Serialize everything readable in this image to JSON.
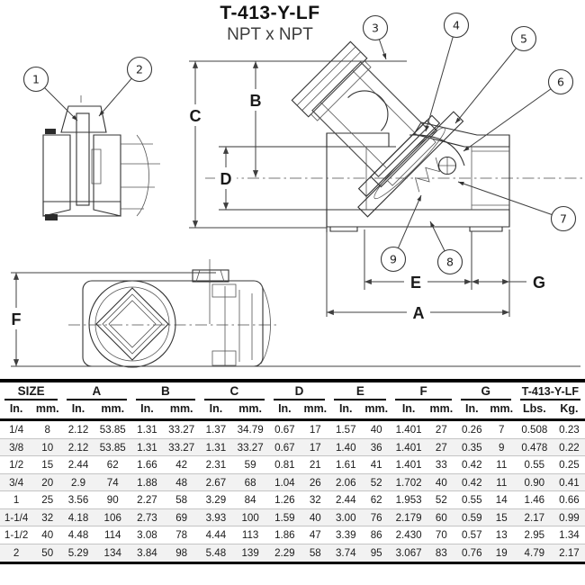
{
  "title": "T-413-Y-LF",
  "subtitle": "NPT x NPT",
  "drawing": {
    "dimensions": {
      "A": "A",
      "B": "B",
      "C": "C",
      "D": "D",
      "E": "E",
      "F": "F",
      "G": "G"
    },
    "callouts": [
      {
        "number": "1"
      },
      {
        "number": "2"
      },
      {
        "number": "3"
      },
      {
        "number": "4"
      },
      {
        "number": "5"
      },
      {
        "number": "6"
      },
      {
        "number": "7"
      },
      {
        "number": "8"
      },
      {
        "number": "9"
      }
    ]
  },
  "table": {
    "groups": [
      {
        "label": "SIZE",
        "units": [
          "In.",
          "mm."
        ]
      },
      {
        "label": "A",
        "units": [
          "In.",
          "mm."
        ]
      },
      {
        "label": "B",
        "units": [
          "In.",
          "mm."
        ]
      },
      {
        "label": "C",
        "units": [
          "In.",
          "mm."
        ]
      },
      {
        "label": "D",
        "units": [
          "In.",
          "mm."
        ]
      },
      {
        "label": "E",
        "units": [
          "In.",
          "mm."
        ]
      },
      {
        "label": "F",
        "units": [
          "In.",
          "mm."
        ]
      },
      {
        "label": "G",
        "units": [
          "In.",
          "mm."
        ]
      },
      {
        "label": "T-413-Y-LF",
        "units": [
          "Lbs.",
          "Kg."
        ]
      }
    ],
    "rows": [
      [
        "1/4",
        "8",
        "2.12",
        "53.85",
        "1.31",
        "33.27",
        "1.37",
        "34.79",
        "0.67",
        "17",
        "1.57",
        "40",
        "1.401",
        "27",
        "0.26",
        "7",
        "0.508",
        "0.23"
      ],
      [
        "3/8",
        "10",
        "2.12",
        "53.85",
        "1.31",
        "33.27",
        "1.31",
        "33.27",
        "0.67",
        "17",
        "1.40",
        "36",
        "1.401",
        "27",
        "0.35",
        "9",
        "0.478",
        "0.22"
      ],
      [
        "1/2",
        "15",
        "2.44",
        "62",
        "1.66",
        "42",
        "2.31",
        "59",
        "0.81",
        "21",
        "1.61",
        "41",
        "1.401",
        "33",
        "0.42",
        "11",
        "0.55",
        "0.25"
      ],
      [
        "3/4",
        "20",
        "2.9",
        "74",
        "1.88",
        "48",
        "2.67",
        "68",
        "1.04",
        "26",
        "2.06",
        "52",
        "1.702",
        "40",
        "0.42",
        "11",
        "0.90",
        "0.41"
      ],
      [
        "1",
        "25",
        "3.56",
        "90",
        "2.27",
        "58",
        "3.29",
        "84",
        "1.26",
        "32",
        "2.44",
        "62",
        "1.953",
        "52",
        "0.55",
        "14",
        "1.46",
        "0.66"
      ],
      [
        "1-1/4",
        "32",
        "4.18",
        "106",
        "2.73",
        "69",
        "3.93",
        "100",
        "1.59",
        "40",
        "3.00",
        "76",
        "2.179",
        "60",
        "0.59",
        "15",
        "2.17",
        "0.99"
      ],
      [
        "1-1/2",
        "40",
        "4.48",
        "114",
        "3.08",
        "78",
        "4.44",
        "113",
        "1.86",
        "47",
        "3.39",
        "86",
        "2.430",
        "70",
        "0.57",
        "13",
        "2.95",
        "1.34"
      ],
      [
        "2",
        "50",
        "5.29",
        "134",
        "3.84",
        "98",
        "5.48",
        "139",
        "2.29",
        "58",
        "3.74",
        "95",
        "3.067",
        "83",
        "0.76",
        "19",
        "4.79",
        "2.17"
      ]
    ]
  }
}
